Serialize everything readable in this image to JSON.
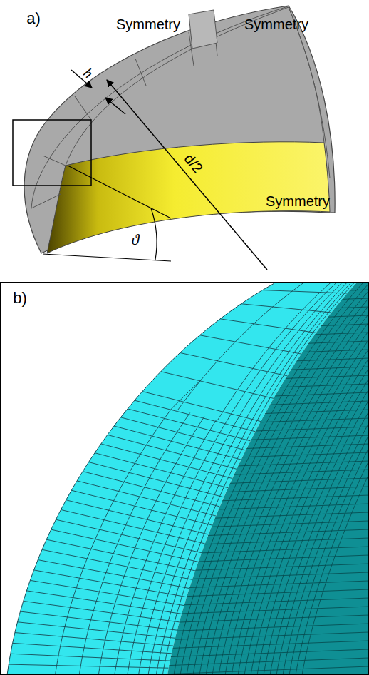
{
  "diagram": {
    "labels": [
      "a)",
      "Symmetry",
      "Symmetry",
      "h",
      "d/2",
      "ϑ",
      "Symmetry",
      "b)"
    ]
  }
}
